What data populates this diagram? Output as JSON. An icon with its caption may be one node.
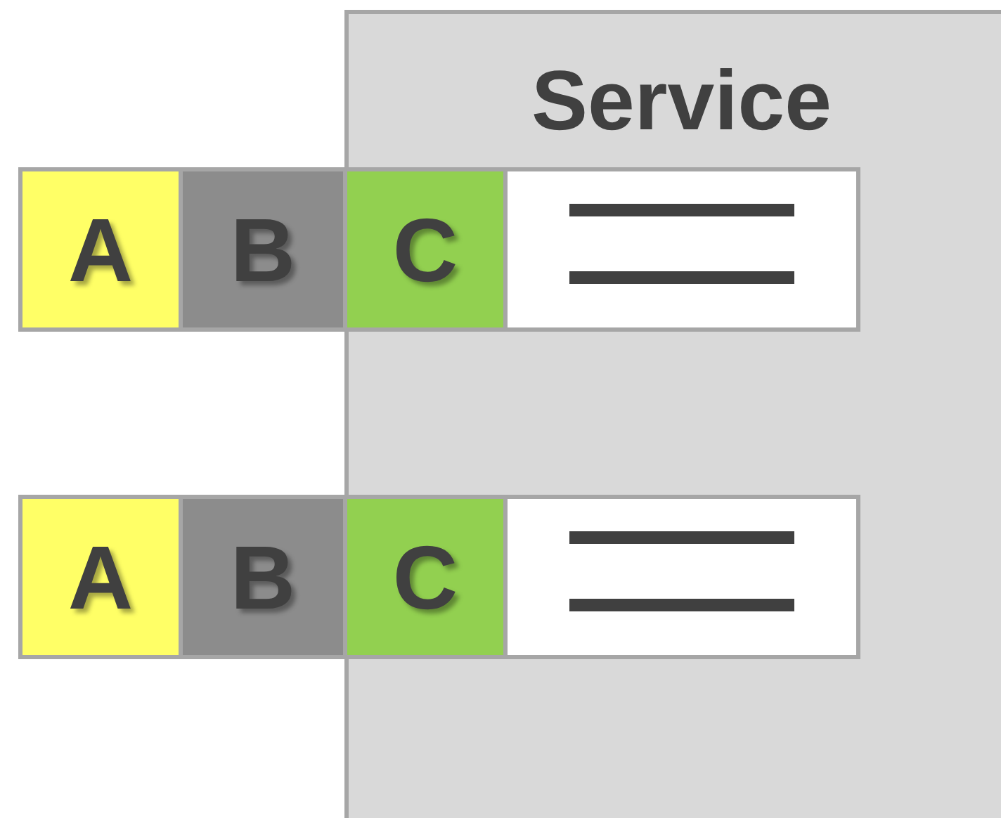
{
  "diagram": {
    "nodes": [
      {
        "text": [
          "Service"
        ]
      },
      {
        "text": [
          "A"
        ]
      },
      {
        "text": [
          "B"
        ]
      },
      {
        "text": [
          "C"
        ],
        "in": 0
      },
      {
        "text": [],
        "shape": "box",
        "in": 0
      },
      {
        "text": [
          "A"
        ]
      },
      {
        "text": [
          "B"
        ]
      },
      {
        "text": [
          "C"
        ],
        "in": 0
      },
      {
        "text": [],
        "shape": "box",
        "in": 0
      }
    ]
  }
}
